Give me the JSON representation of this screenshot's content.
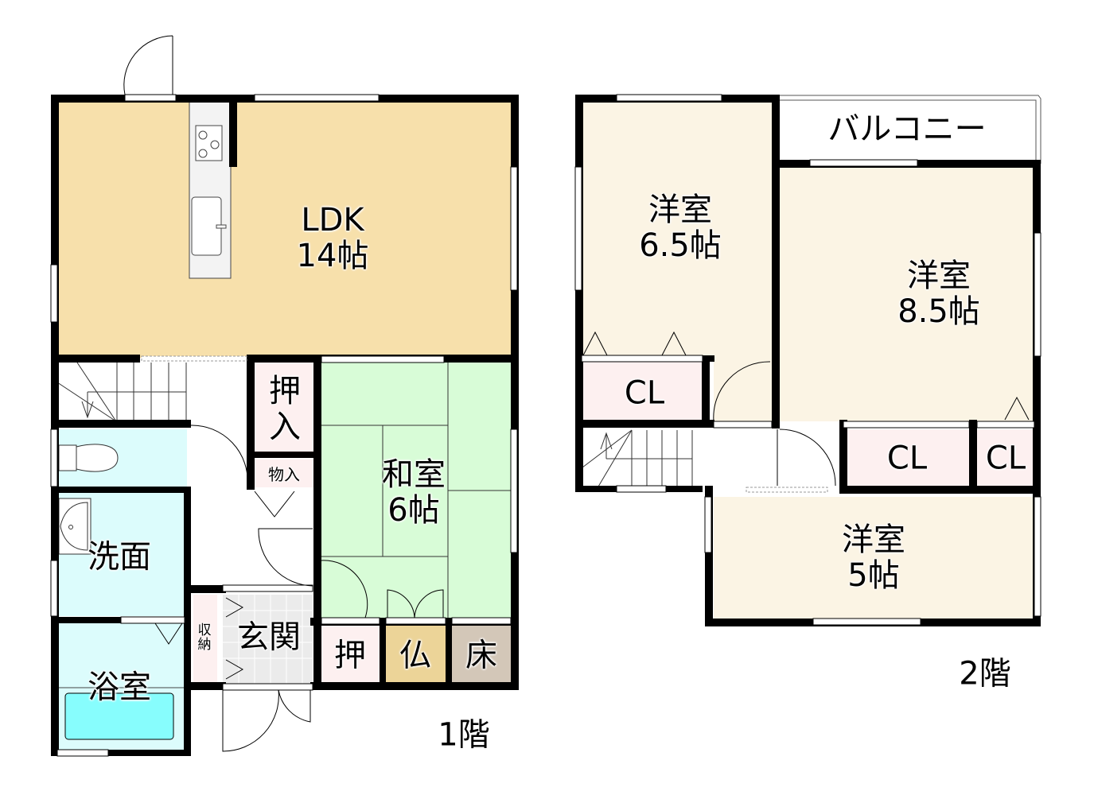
{
  "floor1": {
    "title": "1階",
    "rooms": {
      "ldk": {
        "name": "LDK",
        "size": "14帖",
        "color": "#f7e0ab"
      },
      "washitsu": {
        "name": "和室",
        "size": "6帖",
        "color": "#d8fcd7"
      },
      "oshiire_top": {
        "line1": "押",
        "line2": "入",
        "color": "#fdf0f0"
      },
      "monoire": {
        "name": "物入",
        "color": "#fdf0f0"
      },
      "senmen": {
        "name": "洗面",
        "color": "#dcfcfc"
      },
      "yokushitsu": {
        "name": "浴室",
        "color": "#dcfcfc",
        "bathtub_color": "#87fdfd"
      },
      "toilet": {
        "color": "#dcfcfc"
      },
      "shuno": {
        "line1": "収",
        "line2": "納",
        "color": "#fdf0f0"
      },
      "genkan": {
        "name": "玄関",
        "color": "#ebebeb"
      },
      "oshi": {
        "name": "押",
        "color": "#fdf0f0"
      },
      "butsudan": {
        "name": "仏",
        "color": "#ecd498"
      },
      "tokonoma": {
        "name": "床",
        "color": "#d3c7b8"
      }
    }
  },
  "floor2": {
    "title": "2階",
    "rooms": {
      "balcony": {
        "name": "バルコニー",
        "color": "#ffffff"
      },
      "yoshitsu_65": {
        "name": "洋室",
        "size": "6.5帖",
        "color": "#fbf4e4"
      },
      "yoshitsu_85": {
        "name": "洋室",
        "size": "8.5帖",
        "color": "#fbf4e4"
      },
      "yoshitsu_5": {
        "name": "洋室",
        "size": "5帖",
        "color": "#fbf4e4"
      },
      "cl1": {
        "name": "CL",
        "color": "#fdf0f0"
      },
      "cl2": {
        "name": "CL",
        "color": "#fdf0f0"
      },
      "cl3": {
        "name": "CL",
        "color": "#fdf0f0"
      }
    }
  },
  "colors": {
    "wall": "#000000",
    "window": "#ffffff"
  }
}
